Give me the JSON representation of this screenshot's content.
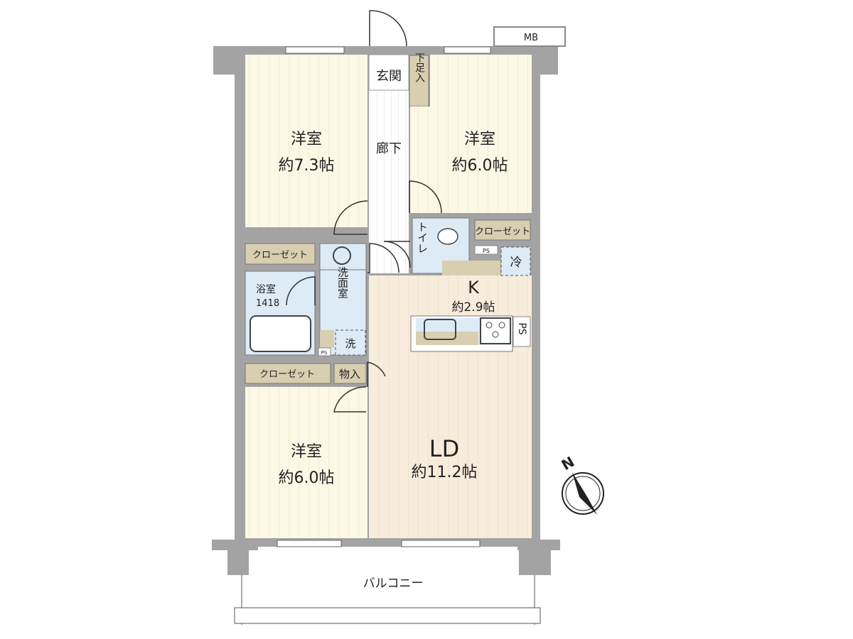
{
  "rooms": {
    "western_room_nw": {
      "name": "洋室",
      "size": "約7.3帖"
    },
    "western_room_ne": {
      "name": "洋室",
      "size": "約6.0帖"
    },
    "western_room_sw": {
      "name": "洋室",
      "size": "約6.0帖"
    },
    "ld": {
      "name": "LD",
      "size": "約11.2帖"
    },
    "kitchen": {
      "name": "K",
      "size": "約2.9帖"
    },
    "entrance": "玄関",
    "shoe_storage": "下足入",
    "corridor": "廊下",
    "toilet": "トイレ",
    "closet_ne": "クローゼット",
    "closet_mid": "クローゼット",
    "closet_sw": "クローゼット",
    "storage": "物入",
    "washroom": "洗面室",
    "washer": "洗",
    "fridge": "冷",
    "bathroom": {
      "name": "浴室",
      "size": "1418"
    },
    "ps_toilet": "PS",
    "ps_wash": "PS",
    "ps_kitchen": "PS",
    "meter_box": "MB",
    "balcony": "バルコニー"
  },
  "compass": {
    "label": "N"
  },
  "colors": {
    "room": "#fbf8e6",
    "ld": "#f8ecdc",
    "wet": "#dcebf6",
    "closet": "#d8ceb0",
    "wall": "#a3a3a3"
  }
}
